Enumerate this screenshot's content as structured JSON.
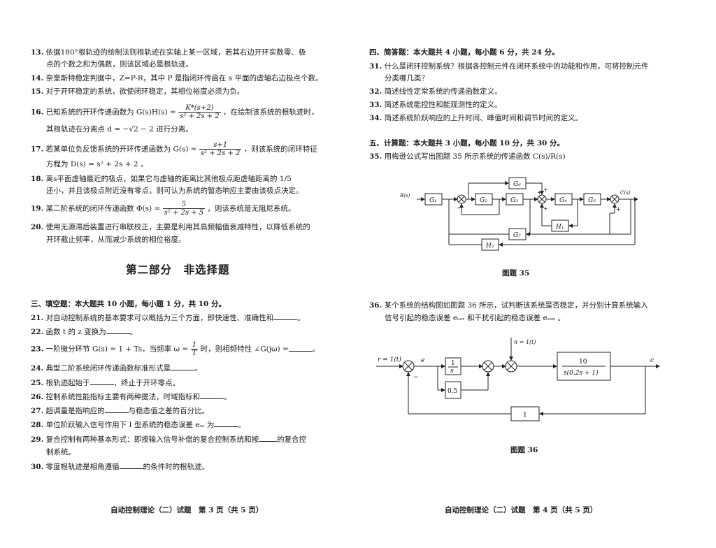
{
  "left": {
    "q13": {
      "num": "13.",
      "l1": "依据180°根轨迹的绘制法则根轨迹在实轴上某一区域，若其右边开环实数零、极",
      "l2": "点的个数之和为偶数，则该区域必是根轨迹。"
    },
    "q14": {
      "num": "14.",
      "l1": "奈奎斯特稳定判据中，Z=P-R，其中 P 是指闭环传函在 s 平面的虚轴右边极点个数。"
    },
    "q15": {
      "num": "15.",
      "l1": "对于开环稳定的系统，欲使闭环稳定，其相位裕度必须为负。"
    },
    "q16": {
      "num": "16.",
      "pre": "已知系统的开环传递函数为 G(s)H(s) =",
      "frac_top": "K*(s+2)",
      "frac_bot": "s² + 2s + 2",
      "post": "，在绘制该系统的根轨迹时，",
      "l2": "其根轨迹在分离点 d = −√2 − 2 进行分离。"
    },
    "q17": {
      "num": "17.",
      "pre": "若某单位负反馈系统的开环传递函数为 G(s) =",
      "frac_top": "s+1",
      "frac_bot": "s² + 2s + 2",
      "post": "，则该系统的闭环特征",
      "l2": "方程为 D(s) = s² + 2s + 2 。"
    },
    "q18": {
      "num": "18.",
      "l1": "离s平面虚轴最近的极点，如果它与虚轴的距离比其他极点距虚轴距离的 1/5",
      "l2": "还小，并且该极点附近没有零点，则可认为系统的暂态响应主要由该极点决定。"
    },
    "q19": {
      "num": "19.",
      "pre": "某二阶系统的闭环传递函数 Φ(s) =",
      "frac_top": "5",
      "frac_bot": "s² + 2s + 5",
      "post": "，则该系统是无阻尼系统。"
    },
    "q20": {
      "num": "20.",
      "l1": "使用无源滞后装置进行串联校正，主要是利用其高频幅值衰减特性，以降低系统的",
      "l2": "开环截止频率，从而减少系统的相位裕度。"
    },
    "part2": "第二部分　非选择题",
    "sec3": "三、填空题：本大题共 10 小题，每小题 1 分，共 10 分。",
    "q21": {
      "num": "21.",
      "l1": "对自动控制系统的基本要求可以概括为三个方面，即快速性、准确性和",
      "end": "。"
    },
    "q22": {
      "num": "22.",
      "l1": "函数 t 的 z 变换为",
      "end": "。"
    },
    "q23": {
      "num": "23.",
      "pre": "一阶微分环节 G(s) = 1 + Ts，当频率 ω =",
      "frac_top": "1",
      "frac_bot": "T",
      "post": "时，则相频特性 ∠G(jω) =",
      "end": "。"
    },
    "q24": {
      "num": "24.",
      "l1": "典型二阶系统闭环传递函数标准形式是",
      "end": "。"
    },
    "q25": {
      "num": "25.",
      "l1": "根轨迹起始于",
      "mid": "，终止于开环零点。"
    },
    "q26": {
      "num": "26.",
      "l1": "控制系统性能指标主要有两种提法，时域指标和",
      "end": "。"
    },
    "q27": {
      "num": "27.",
      "l1": "超调量是指响应的",
      "mid": "与稳态值之差的百分比。"
    },
    "q28": {
      "num": "28.",
      "l1": "单位阶跃输入信号作用下 I 型系统的稳态误差 eₛₛ 为",
      "end": "。"
    },
    "q29": {
      "num": "29.",
      "l1": "复合控制有两种基本形式：即按输入信号补偿的复合控制系统和按",
      "mid": "的复合控",
      "l2": "制系统。"
    },
    "q30": {
      "num": "30.",
      "l1": "零度根轨迹是相角遵循",
      "mid": "的条件时的根轨迹。"
    },
    "footer": "自动控制理论（二）试题　第 3 页（共 5 页）"
  },
  "right": {
    "sec4": "四、简答题：本大题共 4 小题，每小题 6 分，共 24 分。",
    "q31": {
      "num": "31.",
      "l1": "什么是闭环控制系统？根据各控制元件在闭环系统中的功能和作用，可将控制元件",
      "l2": "分类哪几类？"
    },
    "q32": {
      "num": "32.",
      "l1": "简述线性定常系统的传递函数定义。"
    },
    "q33": {
      "num": "33.",
      "l1": "简述系统能控性和能观测性的定义。"
    },
    "q34": {
      "num": "34.",
      "l1": "简述系统阶跃响应的上升时间、峰值时间和调节时间的定义。"
    },
    "sec5": "五、计算题：本大题共 3 小题，每小题 10 分，共 30 分。",
    "q35": {
      "num": "35.",
      "l1": "用梅逊公式写出图题 35 所示系统的传递函数 C(s)/R(s)"
    },
    "fig35": {
      "caption": "图题 35",
      "input": "R(s)",
      "output": "C(s)",
      "g1": "G₁",
      "g2": "G₂",
      "g3": "G₃",
      "g4": "G₄",
      "g5": "G₅",
      "g6": "G₆",
      "g7": "G₇",
      "h1": "H₁",
      "h2": "H₂"
    },
    "q36": {
      "num": "36.",
      "l1": "某个系统的结构图如图题 36 所示，试判断该系统是否稳定，并分别计算系统输入",
      "l2": "信号引起的稳态误差 eₛₛᵣ 和干扰引起的稳态误差 eₛₛₙ 。"
    },
    "fig36": {
      "caption": "图题 36",
      "input": "r = 1(t)",
      "e": "e",
      "n": "n = 1(t)",
      "c": "c",
      "b1_top": "1",
      "b1_bot": "s",
      "b2": "0.5",
      "b3_top": "10",
      "b3_bot": "s(0.2s + 1)",
      "fb": "1"
    },
    "footer": "自动控制理论（二）试题　第 4 页（共 5 页）"
  }
}
